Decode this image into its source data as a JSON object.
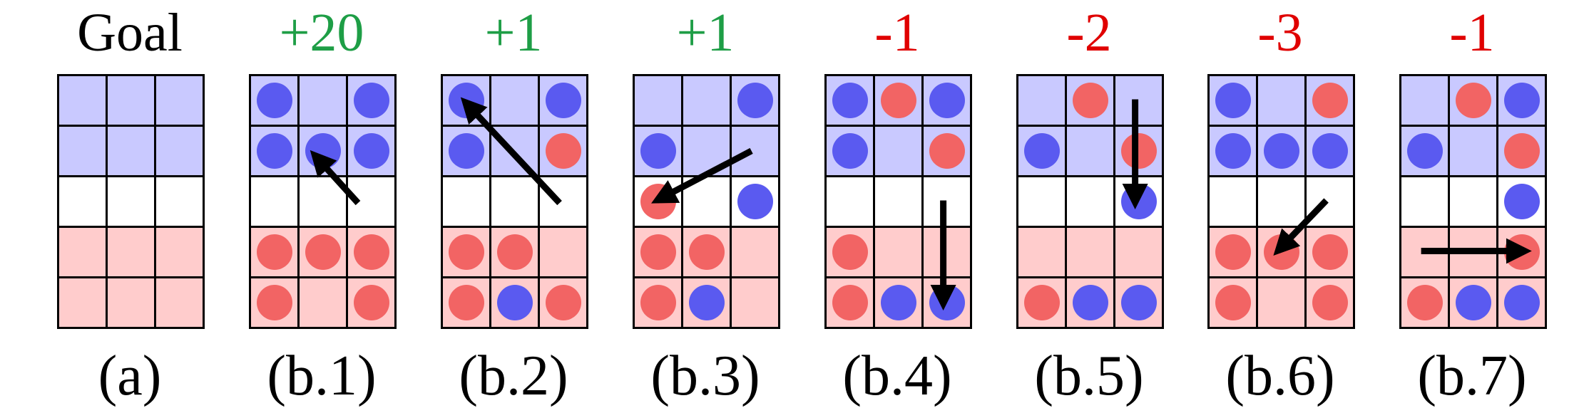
{
  "colors": {
    "blue_zone": "#c9c9ff",
    "red_zone": "#ffcccc",
    "empty_zone": "#ffffff",
    "blue_agent": "#5a5af0",
    "red_agent": "#f26464",
    "positive": "#1e9e46",
    "negative": "#e00000",
    "arrow": "#000000"
  },
  "zones": [
    "blue",
    "blue",
    "empty",
    "red",
    "red"
  ],
  "panels": [
    {
      "score": "Goal",
      "score_kind": "neutral",
      "caption": "(a)",
      "agents": [],
      "arrow": null
    },
    {
      "score": "+20",
      "score_kind": "positive",
      "caption": "(b.1)",
      "agents": [
        {
          "row": 0,
          "col": 0,
          "color": "blue"
        },
        {
          "row": 0,
          "col": 2,
          "color": "blue"
        },
        {
          "row": 1,
          "col": 0,
          "color": "blue"
        },
        {
          "row": 1,
          "col": 1,
          "color": "blue"
        },
        {
          "row": 1,
          "col": 2,
          "color": "blue"
        },
        {
          "row": 3,
          "col": 0,
          "color": "red"
        },
        {
          "row": 3,
          "col": 1,
          "color": "red"
        },
        {
          "row": 3,
          "col": 2,
          "color": "red"
        },
        {
          "row": 4,
          "col": 0,
          "color": "red"
        },
        {
          "row": 4,
          "col": 2,
          "color": "red"
        }
      ],
      "arrow": {
        "from": [
          2.25,
          2.55
        ],
        "to": [
          1.35,
          1.6
        ]
      }
    },
    {
      "score": "+1",
      "score_kind": "positive",
      "caption": "(b.2)",
      "agents": [
        {
          "row": 0,
          "col": 0,
          "color": "blue"
        },
        {
          "row": 0,
          "col": 2,
          "color": "blue"
        },
        {
          "row": 1,
          "col": 0,
          "color": "blue"
        },
        {
          "row": 1,
          "col": 2,
          "color": "red"
        },
        {
          "row": 3,
          "col": 0,
          "color": "red"
        },
        {
          "row": 3,
          "col": 1,
          "color": "red"
        },
        {
          "row": 4,
          "col": 0,
          "color": "red"
        },
        {
          "row": 4,
          "col": 1,
          "color": "blue"
        },
        {
          "row": 4,
          "col": 2,
          "color": "red"
        }
      ],
      "arrow": {
        "from": [
          2.45,
          2.55
        ],
        "to": [
          0.5,
          0.55
        ]
      }
    },
    {
      "score": "+1",
      "score_kind": "positive",
      "caption": "(b.3)",
      "agents": [
        {
          "row": 0,
          "col": 2,
          "color": "blue"
        },
        {
          "row": 1,
          "col": 0,
          "color": "blue"
        },
        {
          "row": 2,
          "col": 0,
          "color": "red"
        },
        {
          "row": 2,
          "col": 2,
          "color": "blue"
        },
        {
          "row": 3,
          "col": 0,
          "color": "red"
        },
        {
          "row": 3,
          "col": 1,
          "color": "red"
        },
        {
          "row": 4,
          "col": 0,
          "color": "red"
        },
        {
          "row": 4,
          "col": 1,
          "color": "blue"
        }
      ],
      "arrow": {
        "from": [
          2.45,
          1.52
        ],
        "to": [
          0.5,
          2.5
        ]
      }
    },
    {
      "score": "-1",
      "score_kind": "negative",
      "caption": "(b.4)",
      "agents": [
        {
          "row": 0,
          "col": 0,
          "color": "blue"
        },
        {
          "row": 0,
          "col": 1,
          "color": "red"
        },
        {
          "row": 0,
          "col": 2,
          "color": "blue"
        },
        {
          "row": 1,
          "col": 0,
          "color": "blue"
        },
        {
          "row": 1,
          "col": 2,
          "color": "red"
        },
        {
          "row": 3,
          "col": 0,
          "color": "red"
        },
        {
          "row": 4,
          "col": 0,
          "color": "red"
        },
        {
          "row": 4,
          "col": 1,
          "color": "blue"
        },
        {
          "row": 4,
          "col": 2,
          "color": "blue"
        }
      ],
      "arrow": {
        "from": [
          2.45,
          2.5
        ],
        "to": [
          2.45,
          4.55
        ]
      }
    },
    {
      "score": "-2",
      "score_kind": "negative",
      "caption": "(b.5)",
      "agents": [
        {
          "row": 0,
          "col": 1,
          "color": "red"
        },
        {
          "row": 1,
          "col": 0,
          "color": "blue"
        },
        {
          "row": 1,
          "col": 2,
          "color": "red"
        },
        {
          "row": 2,
          "col": 2,
          "color": "blue"
        },
        {
          "row": 4,
          "col": 0,
          "color": "red"
        },
        {
          "row": 4,
          "col": 1,
          "color": "blue"
        },
        {
          "row": 4,
          "col": 2,
          "color": "blue"
        }
      ],
      "arrow": {
        "from": [
          2.45,
          0.5
        ],
        "to": [
          2.45,
          2.55
        ]
      }
    },
    {
      "score": "-3",
      "score_kind": "negative",
      "caption": "(b.6)",
      "agents": [
        {
          "row": 0,
          "col": 0,
          "color": "blue"
        },
        {
          "row": 0,
          "col": 2,
          "color": "red"
        },
        {
          "row": 1,
          "col": 0,
          "color": "blue"
        },
        {
          "row": 1,
          "col": 1,
          "color": "blue"
        },
        {
          "row": 1,
          "col": 2,
          "color": "blue"
        },
        {
          "row": 3,
          "col": 0,
          "color": "red"
        },
        {
          "row": 3,
          "col": 1,
          "color": "red"
        },
        {
          "row": 3,
          "col": 2,
          "color": "red"
        },
        {
          "row": 4,
          "col": 0,
          "color": "red"
        },
        {
          "row": 4,
          "col": 2,
          "color": "red"
        }
      ],
      "arrow": {
        "from": [
          2.45,
          2.5
        ],
        "to": [
          1.45,
          3.5
        ]
      }
    },
    {
      "score": "-1",
      "score_kind": "negative",
      "caption": "(b.7)",
      "agents": [
        {
          "row": 0,
          "col": 1,
          "color": "red"
        },
        {
          "row": 0,
          "col": 2,
          "color": "blue"
        },
        {
          "row": 1,
          "col": 0,
          "color": "blue"
        },
        {
          "row": 1,
          "col": 2,
          "color": "red"
        },
        {
          "row": 2,
          "col": 2,
          "color": "blue"
        },
        {
          "row": 3,
          "col": 2,
          "color": "red"
        },
        {
          "row": 4,
          "col": 0,
          "color": "red"
        },
        {
          "row": 4,
          "col": 1,
          "color": "blue"
        },
        {
          "row": 4,
          "col": 2,
          "color": "blue"
        }
      ],
      "arrow": {
        "from": [
          0.45,
          3.5
        ],
        "to": [
          2.6,
          3.5
        ]
      }
    }
  ]
}
